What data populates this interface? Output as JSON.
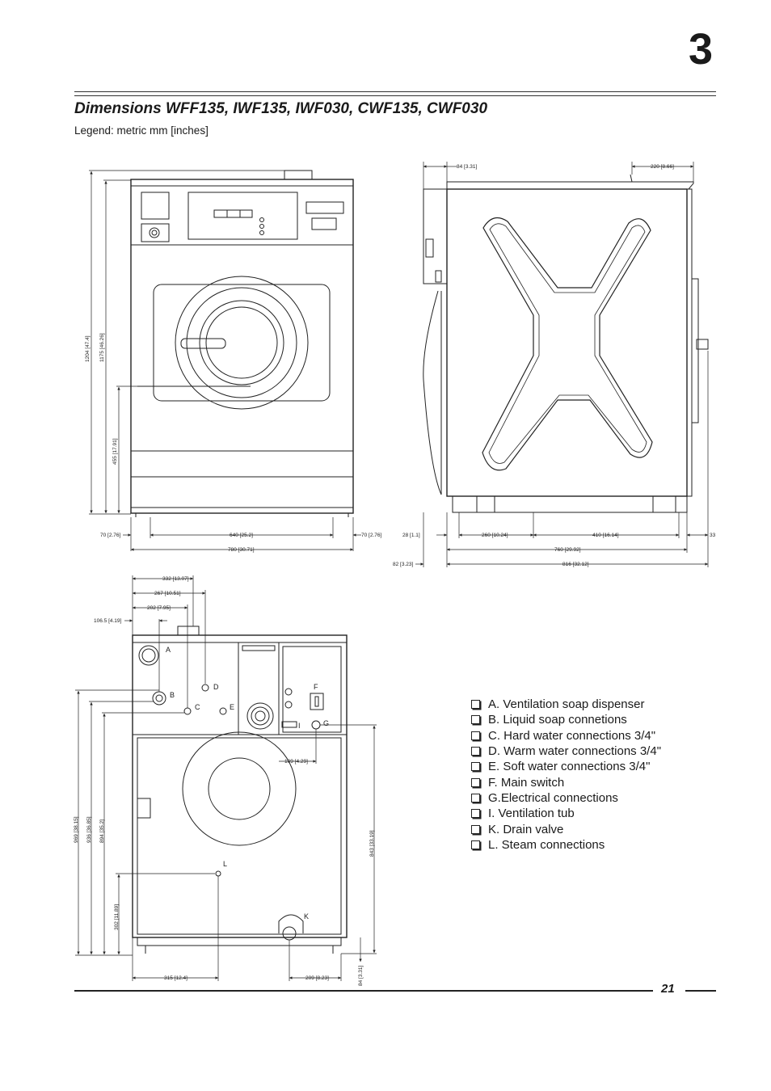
{
  "page": {
    "chapter_number": "3",
    "title": "Dimensions WFF135, IWF135, IWF030, CWF135, CWF030",
    "legend_note": "Legend: metric mm [inches]",
    "page_number": "21"
  },
  "front_view": {
    "dims": {
      "total_height": "1204 [47.4]",
      "panel_height": "1175 [46.26]",
      "door_center_height": "455 [17.91]",
      "left_offset": "70 [2.76]",
      "inner_width": "640 [25.2]",
      "right_offset": "70 [2.76]",
      "total_width": "780 [30.71]"
    }
  },
  "side_view": {
    "dims": {
      "top_left": "84 [3.31]",
      "top_right": "220 [8.66]",
      "bottom_left": "28 [1.1]",
      "foot_spacing_1": "260 [10.24]",
      "foot_spacing_2": "410 [16.14]",
      "right_edge": "33",
      "depth": "760 [29.92]",
      "front_overhang": "82 [3.23]",
      "total_depth": "816 [32.12]"
    }
  },
  "rear_view": {
    "dims": {
      "d1": "332 [13.07]",
      "d2": "267 [10.51]",
      "d3": "202 [7.95]",
      "d4": "106.5 [4.19]",
      "h1": "969 [38.15]",
      "h2": "936 [36.85]",
      "h3": "894 [35.2]",
      "h4": "302 [11.89]",
      "h5": "843 [33.19]",
      "d5": "109 [4.29]",
      "b1": "315 [12.4]",
      "b2": "209 [8.23]",
      "b3": "84 [3.31]"
    },
    "labels": {
      "A": "A",
      "B": "B",
      "C": "C",
      "D": "D",
      "E": "E",
      "F": "F",
      "G": "G",
      "I": "I",
      "K": "K",
      "L": "L"
    }
  },
  "legend": [
    "A. Ventilation soap dispenser",
    "B. Liquid soap connetions",
    "C. Hard water connections 3/4\"",
    "D. Warm water connections 3/4\"",
    "E. Soft water connections 3/4\"",
    "F. Main switch",
    "G.Electrical connections",
    "I.  Ventilation tub",
    "K. Drain valve",
    "L. Steam connections"
  ]
}
